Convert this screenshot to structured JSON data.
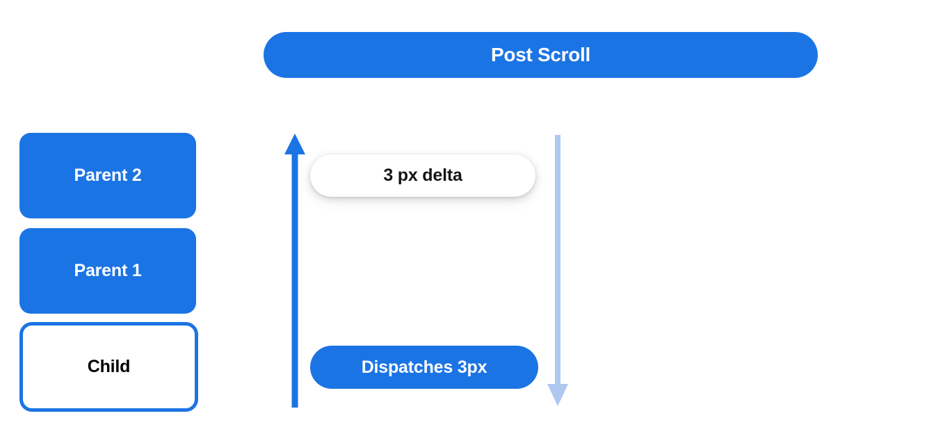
{
  "header": {
    "title": "Post Scroll"
  },
  "left_stack": {
    "items": [
      {
        "label": "Parent 2",
        "style": "filled"
      },
      {
        "label": "Parent 1",
        "style": "filled"
      },
      {
        "label": "Child",
        "style": "outlined"
      }
    ]
  },
  "flow": {
    "up_arrow": {
      "icon": "arrow-up-icon",
      "direction": "up",
      "color": "#1b74e4"
    },
    "down_arrow": {
      "icon": "arrow-down-icon",
      "direction": "down",
      "color": "#aec8f0"
    },
    "delta_pill": {
      "label": "3 px delta"
    },
    "dispatch_pill": {
      "label": "Dispatches 3px"
    }
  },
  "colors": {
    "primary_blue": "#1b74e4",
    "light_blue": "#aec8f0",
    "white": "#ffffff",
    "text_dark": "#151515"
  }
}
